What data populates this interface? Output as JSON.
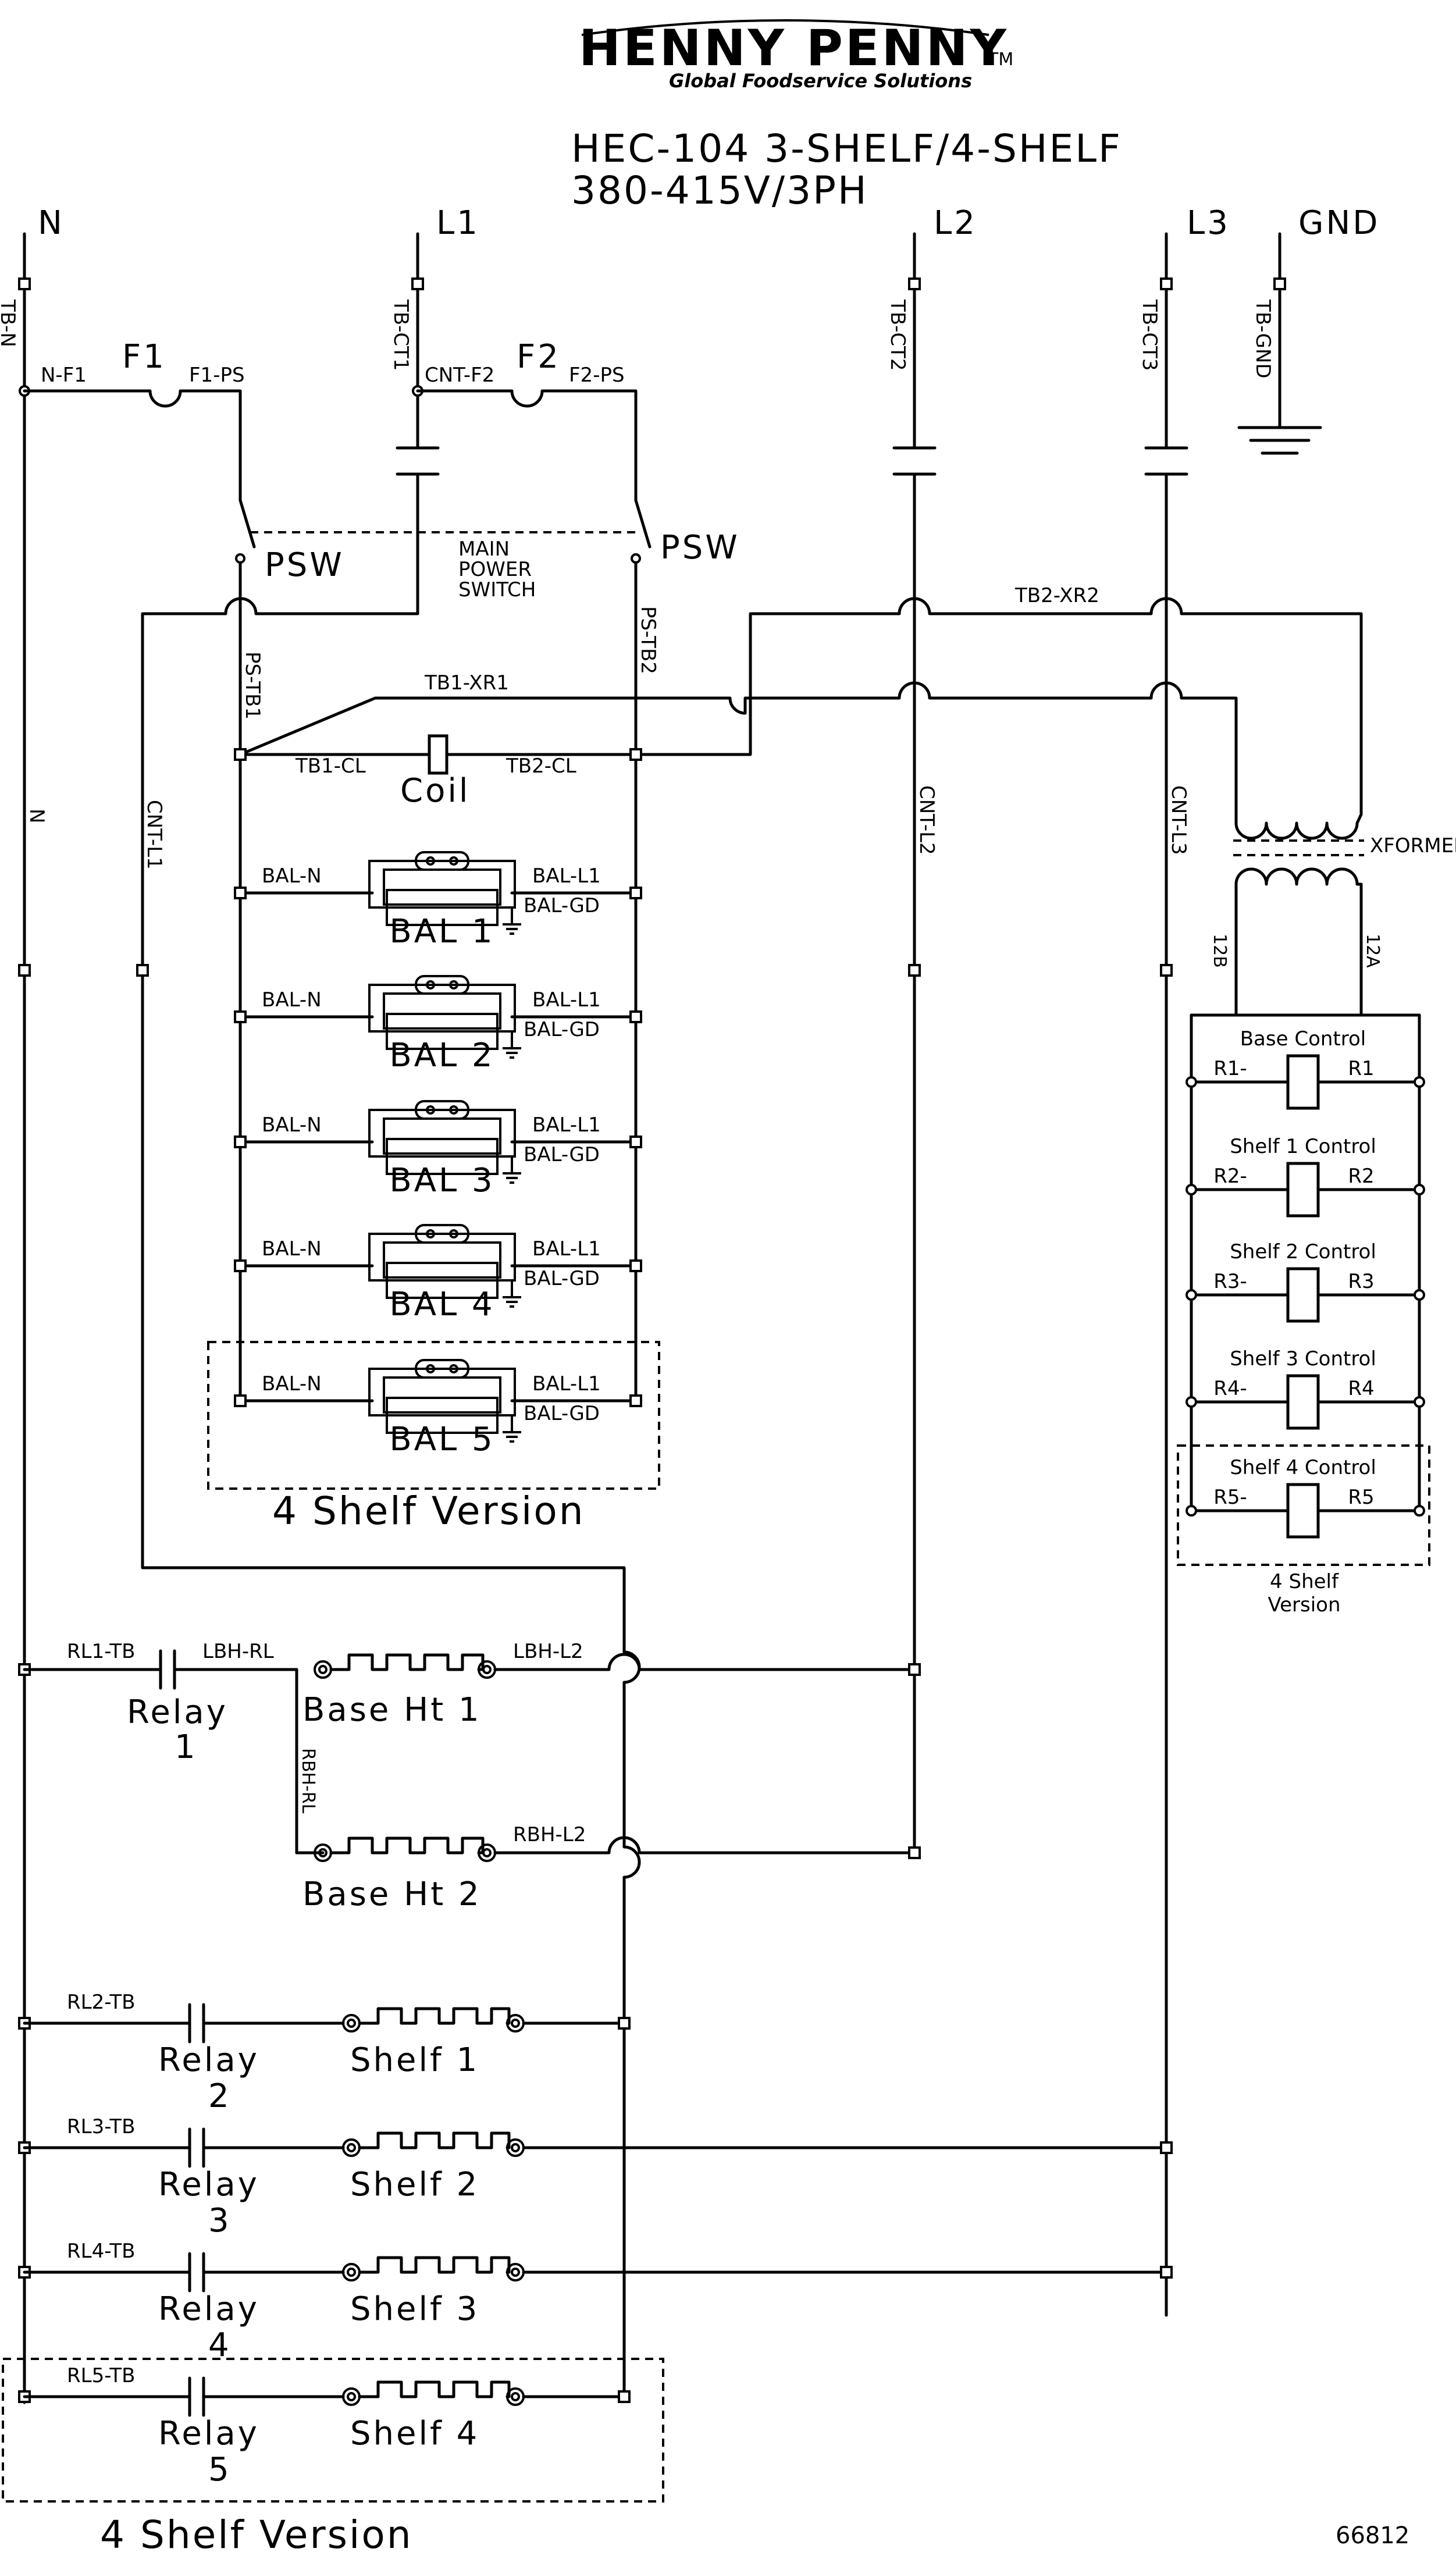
{
  "logo": {
    "brand": "HENNY PENNY",
    "tm": "TM",
    "tagline": "Global Foodservice Solutions"
  },
  "title": {
    "line1": "HEC-104   3-SHELF/4-SHELF",
    "line2": "380-415V/3PH"
  },
  "drawing_number": "66812",
  "rails": {
    "n": "N",
    "l1": "L1",
    "l2": "L2",
    "l3": "L3",
    "gnd": "GND"
  },
  "terminals": {
    "tb_n": "TB-N",
    "tb_ct1": "TB-CT1",
    "tb_ct2": "TB-CT2",
    "tb_ct3": "TB-CT3",
    "tb_gnd": "TB-GND"
  },
  "fuses": {
    "f1": "F1",
    "f2": "F2",
    "n_f1": "N-F1",
    "f1_ps": "F1-PS",
    "cnt_f2": "CNT-F2",
    "f2_ps": "F2-PS"
  },
  "switch": {
    "psw": "PSW",
    "main1": "MAIN",
    "main2": "POWER",
    "main3": "SWITCH"
  },
  "wires": {
    "ps_tb1": "PS-TB1",
    "ps_tb2": "PS-TB2",
    "tb1_xr1": "TB1-XR1",
    "tb2_xr2": "TB2-XR2",
    "tb1_cl": "TB1-CL",
    "tb2_cl": "TB2-CL",
    "cnt_l1": "CNT-L1",
    "cnt_l2": "CNT-L2",
    "cnt_l3": "CNT-L3",
    "n_vertical": "N",
    "x12b": "12B",
    "x12a": "12A",
    "xformer": "XFORMER"
  },
  "coil": "Coil",
  "ballasts": [
    {
      "name": "BAL 1",
      "n": "BAL-N",
      "l1": "BAL-L1",
      "gd": "BAL-GD"
    },
    {
      "name": "BAL 2",
      "n": "BAL-N",
      "l1": "BAL-L1",
      "gd": "BAL-GD"
    },
    {
      "name": "BAL 3",
      "n": "BAL-N",
      "l1": "BAL-L1",
      "gd": "BAL-GD"
    },
    {
      "name": "BAL 4",
      "n": "BAL-N",
      "l1": "BAL-L1",
      "gd": "BAL-GD"
    },
    {
      "name": "BAL 5",
      "n": "BAL-N",
      "l1": "BAL-L1",
      "gd": "BAL-GD"
    }
  ],
  "four_shelf_version": "4 Shelf Version",
  "controls": [
    {
      "title": "Base Control",
      "left": "R1-",
      "right": "R1"
    },
    {
      "title": "Shelf 1 Control",
      "left": "R2-",
      "right": "R2"
    },
    {
      "title": "Shelf 2 Control",
      "left": "R3-",
      "right": "R3"
    },
    {
      "title": "Shelf 3 Control",
      "left": "R4-",
      "right": "R4"
    },
    {
      "title": "Shelf 4 Control",
      "left": "R5-",
      "right": "R5"
    }
  ],
  "control_version": {
    "line1": "4 Shelf",
    "line2": "Version"
  },
  "base": {
    "rl1_tb": "RL1-TB",
    "lbh_rl": "LBH-RL",
    "lbh_l2": "LBH-L2",
    "rbh_rl": "RBH-RL",
    "rbh_l2": "RBH-L2",
    "relay": "Relay",
    "relay_num": "1",
    "ht1": "Base Ht 1",
    "ht2": "Base Ht 2"
  },
  "shelves": [
    {
      "tb": "RL2-TB",
      "relay": "Relay",
      "num": "2",
      "name": "Shelf 1"
    },
    {
      "tb": "RL3-TB",
      "relay": "Relay",
      "num": "3",
      "name": "Shelf 2"
    },
    {
      "tb": "RL4-TB",
      "relay": "Relay",
      "num": "4",
      "name": "Shelf 3"
    },
    {
      "tb": "RL5-TB",
      "relay": "Relay",
      "num": "5",
      "name": "Shelf 4"
    }
  ]
}
